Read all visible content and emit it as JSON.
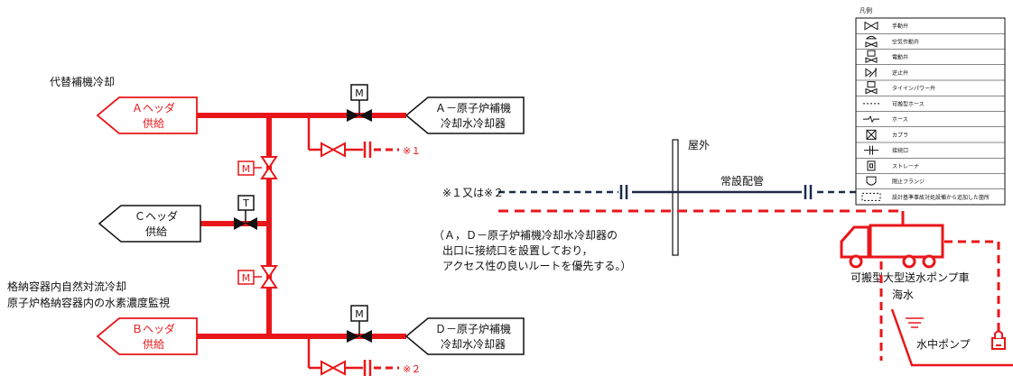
{
  "labels": {
    "alt_cooling": "代替補機冷却",
    "natural_convection": "格納容器内自然対流冷却",
    "hydrogen_monitor": "原子炉格納容器内の水素濃度監視",
    "outdoor": "屋外",
    "permanent_pipe": "常設配管",
    "note1": "※１",
    "note2": "※２",
    "note_either": "※１又は※２",
    "explain_1": "（Ａ，Ｄ－原子炉補機冷却水冷却器の",
    "explain_2": "出口に接続口を設置しており，",
    "explain_3": "アクセス性の良いルートを優先する。）",
    "pump_truck": "可搬型大型送水ポンプ車",
    "seawater": "海水",
    "submersible_pump": "水中ポンプ"
  },
  "headers": {
    "a_line1": "Ａヘッダ",
    "a_line2": "供給",
    "c_line1": "Ｃヘッダ",
    "c_line2": "供給",
    "b_line1": "Ｂヘッダ",
    "b_line2": "供給"
  },
  "coolers": {
    "a_line1": "Ａ－原子炉補機",
    "a_line2": "冷却水冷却器",
    "d_line1": "Ｄ－原子炉補機",
    "d_line2": "冷却水冷却器"
  },
  "valve_marks": {
    "motor": "M",
    "t": "T"
  },
  "legend": {
    "title": "凡例",
    "items": [
      {
        "symbol": "manual-valve",
        "label": "手動弁"
      },
      {
        "symbol": "air-operated-valve",
        "label": "空気作動弁"
      },
      {
        "symbol": "motor-valve",
        "label": "電動弁"
      },
      {
        "symbol": "check-valve",
        "label": "逆止弁"
      },
      {
        "symbol": "tie-power-valve",
        "label": "タイインパワー弁"
      },
      {
        "symbol": "portable-hose",
        "label": "可搬型ホース"
      },
      {
        "symbol": "hose",
        "label": "ホース"
      },
      {
        "symbol": "coupler",
        "label": "カプラ"
      },
      {
        "symbol": "connection-port",
        "label": "接続口"
      },
      {
        "symbol": "strainer",
        "label": "ストレーナ"
      },
      {
        "symbol": "cap",
        "label": "閉止フランジ"
      },
      {
        "symbol": "design-basis-boundary",
        "label": "設計基準事故対処設備から追加した箇所"
      }
    ]
  },
  "colors": {
    "red": "#e8161a",
    "navy": "#1e2a4a",
    "black": "#111111"
  }
}
